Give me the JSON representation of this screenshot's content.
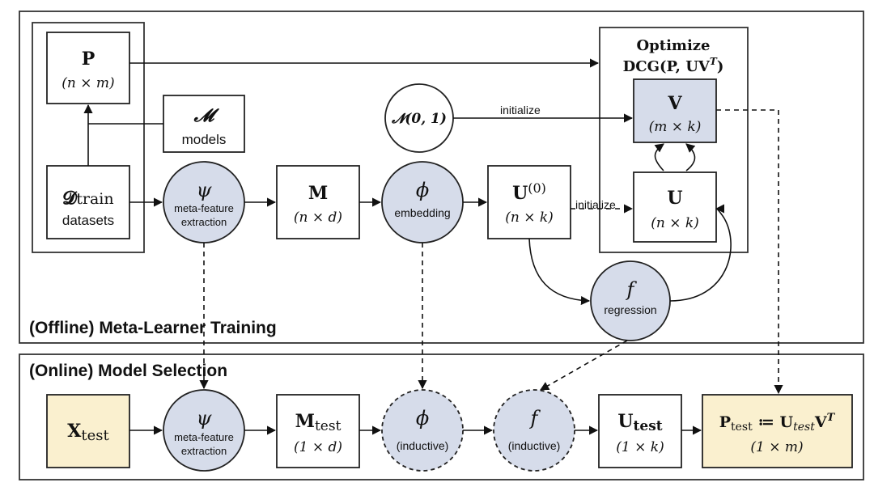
{
  "panels": {
    "offline_title": "(Offline) Meta-Learner Training",
    "online_title": "(Online) Model Selection"
  },
  "nodes": {
    "P": {
      "main": "P",
      "sub": "(n × m)"
    },
    "models": {
      "main": "𝓜",
      "sub": "models"
    },
    "D_train": {
      "main": "𝓓",
      "main_sub": "train",
      "sub": "datasets"
    },
    "psi": {
      "main": "ψ",
      "sub1": "meta-feature",
      "sub2": "extraction"
    },
    "M": {
      "main": "M",
      "sub": "(n × d)"
    },
    "phi": {
      "main": "ϕ",
      "sub": "embedding"
    },
    "N01": {
      "main": "𝓝(0, 1)"
    },
    "U0": {
      "main": "U",
      "sup": "(0)",
      "sub": "(n × k)"
    },
    "optimize": {
      "line1": "Optimize",
      "line2": "DCG(P, UV",
      "line2_sup": "T",
      "line2_end": ")"
    },
    "V": {
      "main": "V",
      "sub": "(m × k)"
    },
    "U": {
      "main": "U",
      "sub": "(n × k)"
    },
    "f": {
      "main": "f",
      "sub": "regression"
    },
    "X_test": {
      "main": "X",
      "main_sub": "test"
    },
    "psi_test": {
      "main": "ψ",
      "sub1": "meta-feature",
      "sub2": "extraction"
    },
    "M_test": {
      "main": "M",
      "main_sub": "test",
      "sub": "(1 × d)"
    },
    "phi_test": {
      "main": "ϕ",
      "sub": "(inductive)"
    },
    "f_test": {
      "main": "f",
      "sub": "(inductive)"
    },
    "U_test": {
      "main": "U",
      "main_sub": "test",
      "sub": "(1 × k)"
    },
    "P_test": {
      "main": "P",
      "main_sub": "test",
      "mid": " ≔ U",
      "mid_sub": "test",
      "end": "V",
      "end_sup": "T",
      "sub": "(1 × m)"
    }
  },
  "edge_labels": {
    "initialize_V": "initialize",
    "initialize_U": "initialize"
  },
  "colors": {
    "circle_fill": "#d6dcea",
    "blue_box_fill": "#d6dcea",
    "yellow_box_fill": "#faf0cf",
    "stroke": "#222222"
  }
}
